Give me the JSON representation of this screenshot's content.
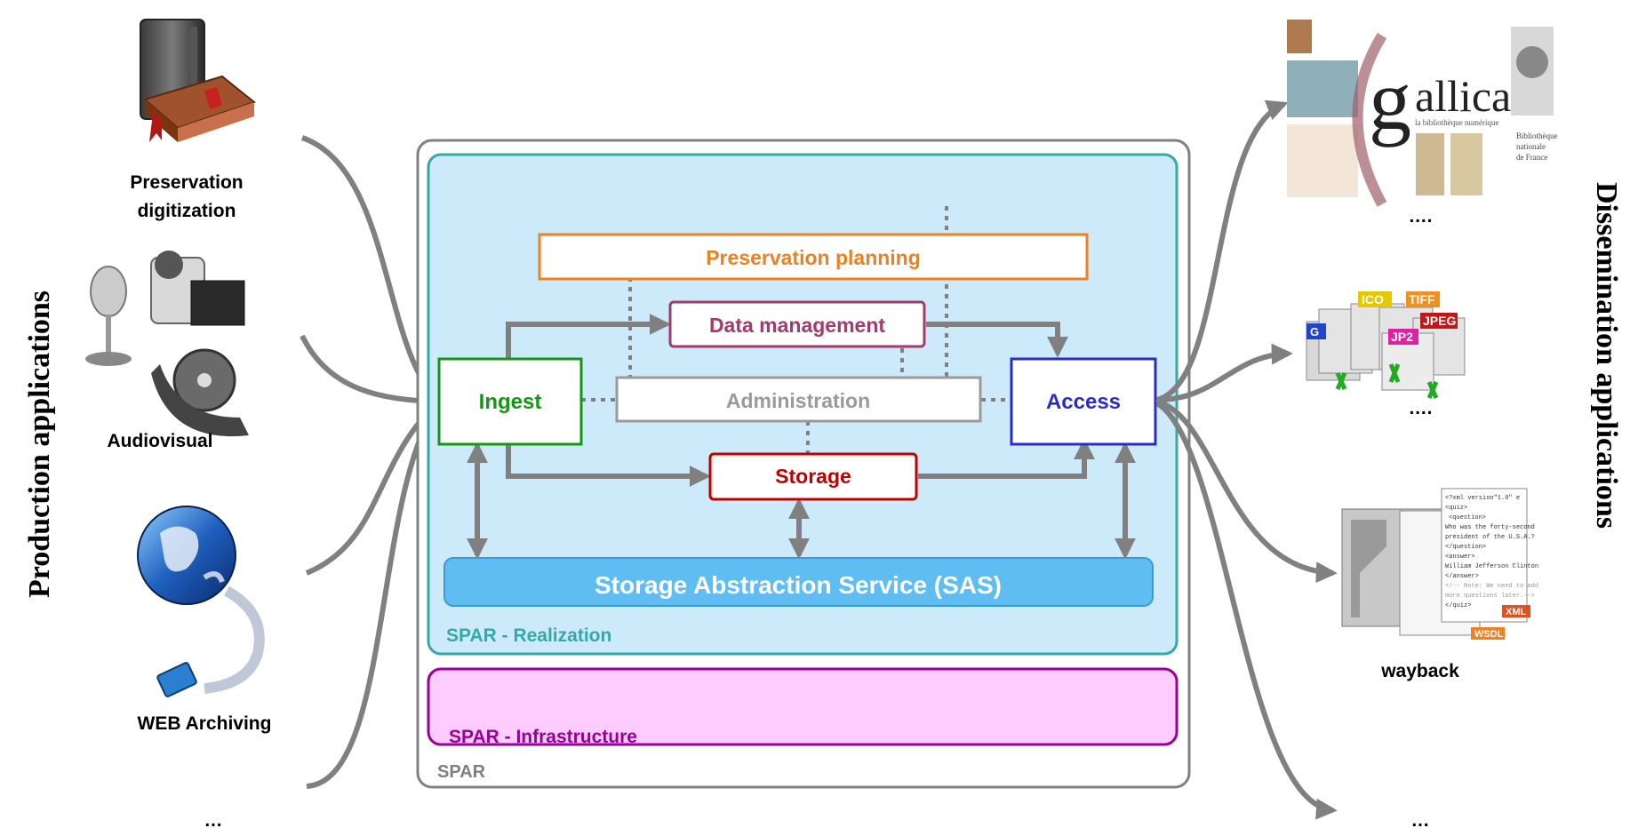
{
  "side_labels": {
    "left": "Production applications",
    "right": "Dissemination applications"
  },
  "producers": [
    {
      "label_line1": "Preservation",
      "label_line2": "digitization",
      "icon": "book-icon"
    },
    {
      "label": "Audiovisual",
      "icon": "audiovisual-icon"
    },
    {
      "label": "WEB Archiving",
      "icon": "globe-network-icon"
    },
    {
      "label": "…",
      "icon": ""
    }
  ],
  "consumers": [
    {
      "label": "….",
      "icon": "gallica-logo"
    },
    {
      "label": "….",
      "icon": "image-formats-icon",
      "badges": [
        "ICO",
        "TIFF",
        "JPEG",
        "JP2",
        "G"
      ]
    },
    {
      "label": "wayback",
      "icon": "xml-document-icon",
      "badges": [
        "XML",
        "WSDL"
      ]
    },
    {
      "label": "…",
      "icon": ""
    }
  ],
  "gallica": {
    "name": "gallica",
    "tagline": "la bibliothèque numérique",
    "bnf_line1": "Bibliothèque",
    "bnf_line2": "nationale",
    "bnf_line3": "de France"
  },
  "xml_snippet": [
    "<?xml version\"1.0\" e",
    "<quiz>",
    "<question>",
    "Who was the forty-second",
    "president of the U.S.A.?",
    "</question>",
    "<answer>",
    "William Jefferson Clinton",
    "</answer>",
    "<!-- Note: We need to add",
    "more questions later.-->",
    "</quiz>"
  ],
  "spar": {
    "outer_label": "SPAR",
    "realization_label": "SPAR - Realization",
    "infrastructure_label": "SPAR - Infrastructure",
    "preservation_planning": "Preservation planning",
    "data_management": "Data management",
    "administration": "Administration",
    "ingest": "Ingest",
    "access": "Access",
    "storage": "Storage",
    "sas": "Storage Abstraction Service (SAS)"
  },
  "colors": {
    "arrow": "#808080",
    "outer_border": "#808080",
    "realization_fill": "#cdeafb",
    "realization_border": "#33aaaa",
    "infrastructure_fill": "#ffccff",
    "infrastructure_border": "#990099",
    "planning": "#f07f1f",
    "data_management": "#a33a6c",
    "administration": "#9a9a9a",
    "ingest": "#119911",
    "access": "#2b2bcc",
    "storage": "#c00000",
    "sas_fill": "#5fbdf2"
  }
}
